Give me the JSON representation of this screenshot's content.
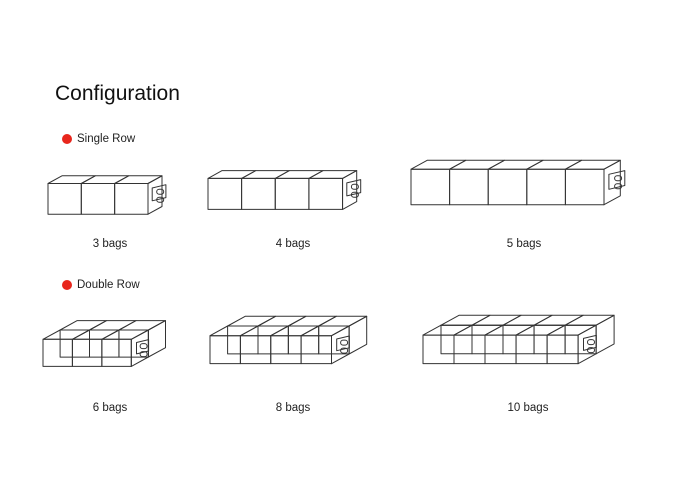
{
  "title": "Configuration",
  "accent_color": "#e8261c",
  "sections": [
    {
      "label": "Single Row",
      "configurations": [
        {
          "label": "3 bags",
          "columns": 3,
          "rows": 1
        },
        {
          "label": "4 bags",
          "columns": 4,
          "rows": 1
        },
        {
          "label": "5 bags",
          "columns": 5,
          "rows": 1
        }
      ]
    },
    {
      "label": "Double Row",
      "configurations": [
        {
          "label": "6 bags",
          "columns": 3,
          "rows": 2
        },
        {
          "label": "8 bags",
          "columns": 4,
          "rows": 2
        },
        {
          "label": "10 bags",
          "columns": 5,
          "rows": 2
        }
      ]
    }
  ]
}
